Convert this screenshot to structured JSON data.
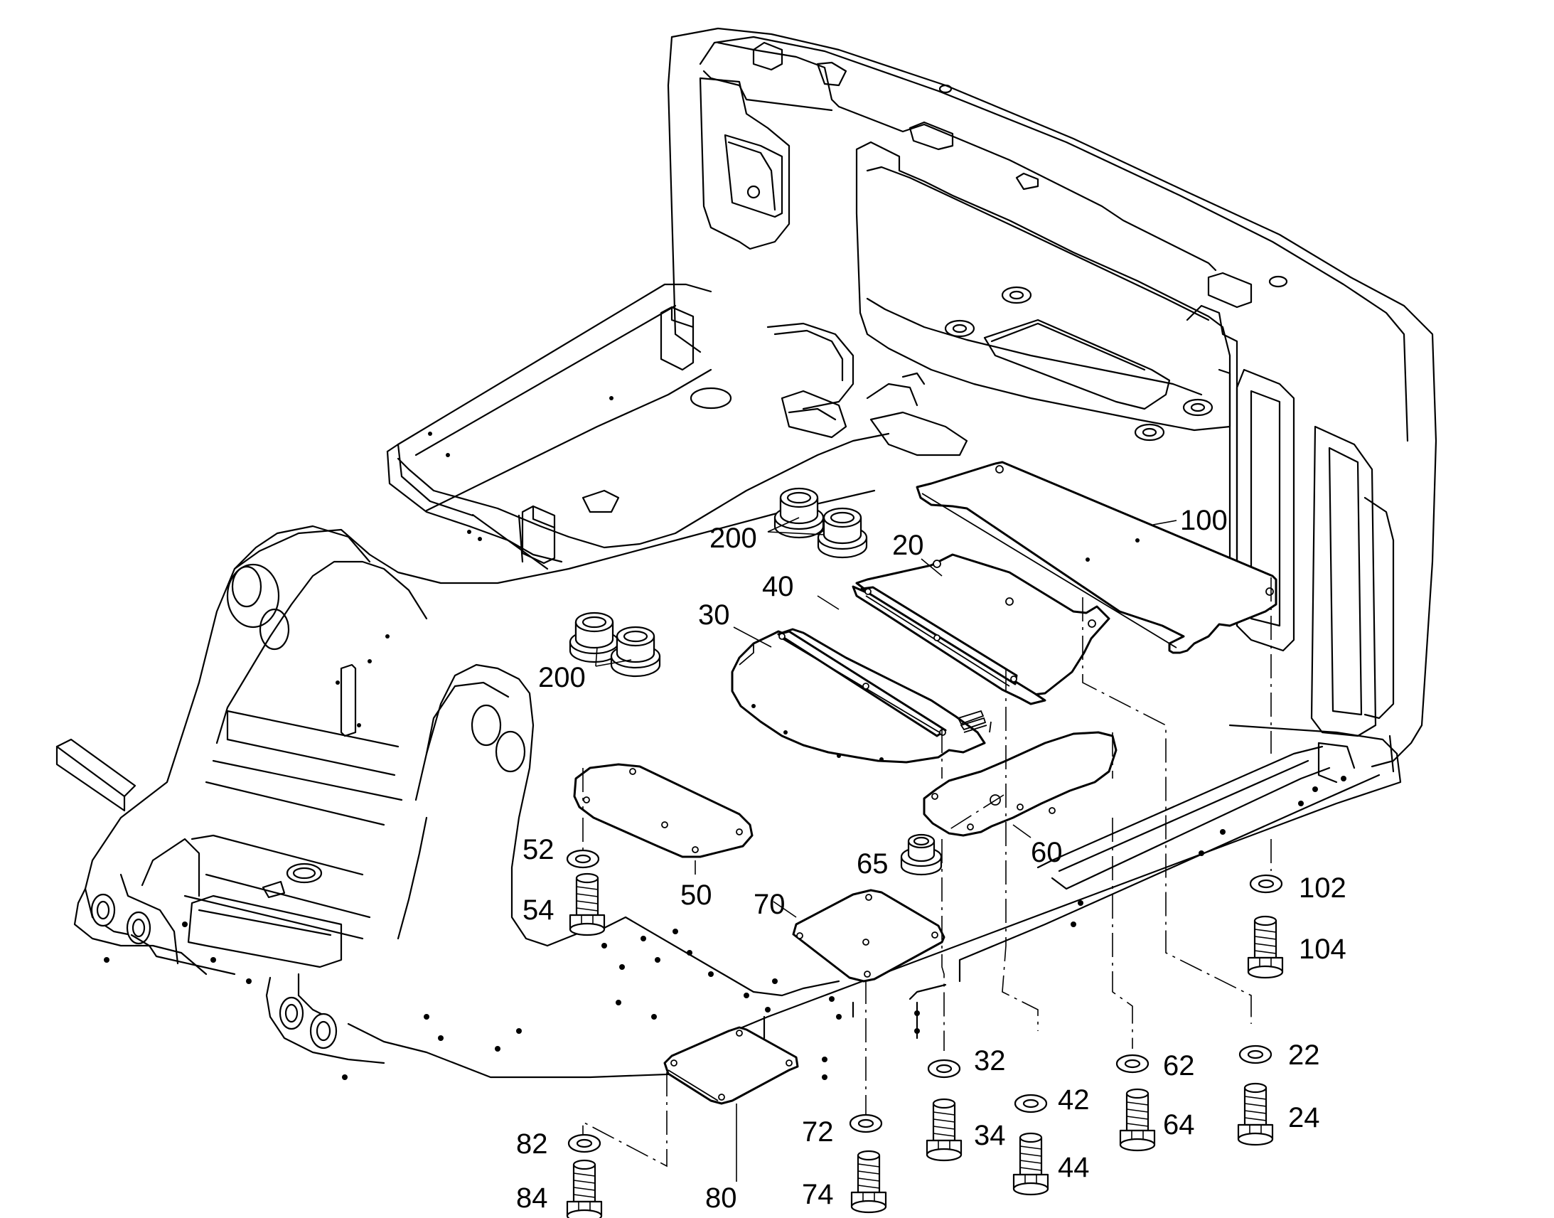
{
  "callouts": {
    "c20": "20",
    "c22": "22",
    "c24": "24",
    "c30": "30",
    "c32": "32",
    "c34": "34",
    "c40": "40",
    "c42": "42",
    "c44": "44",
    "c50": "50",
    "c52": "52",
    "c54": "54",
    "c60": "60",
    "c62": "62",
    "c64": "64",
    "c65": "65",
    "c70": "70",
    "c72": "72",
    "c74": "74",
    "c80": "80",
    "c82": "82",
    "c84": "84",
    "c100": "100",
    "c102": "102",
    "c104": "104",
    "c200a": "200",
    "c200b": "200"
  },
  "colors": {
    "line": "#000000",
    "background": "#ffffff"
  }
}
